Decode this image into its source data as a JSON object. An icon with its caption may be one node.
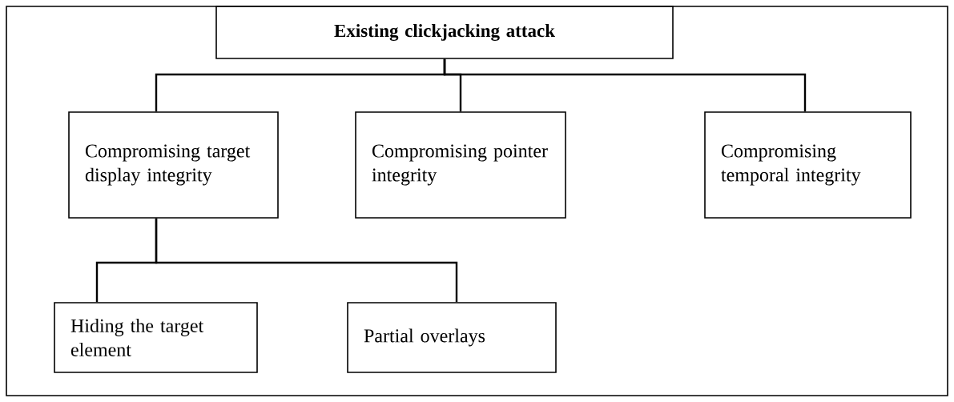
{
  "diagram": {
    "nodes": [
      {
        "text": [
          "Existing clickjacking attack"
        ]
      },
      {
        "text": [
          "Compromising target display integrity"
        ]
      },
      {
        "text": [
          "Compromising pointer integrity"
        ]
      },
      {
        "text": [
          "Compromising temporal integrity"
        ]
      },
      {
        "text": [
          "Hiding the target element"
        ]
      },
      {
        "text": [
          "Partial overlays"
        ]
      }
    ],
    "edges": [
      {
        "from": 0,
        "to": 1,
        "arrow": "none"
      },
      {
        "from": 0,
        "to": 2,
        "arrow": "none"
      },
      {
        "from": 0,
        "to": 3,
        "arrow": "none"
      },
      {
        "from": 1,
        "to": 4,
        "arrow": "none"
      },
      {
        "from": 1,
        "to": 5,
        "arrow": "none"
      }
    ]
  }
}
